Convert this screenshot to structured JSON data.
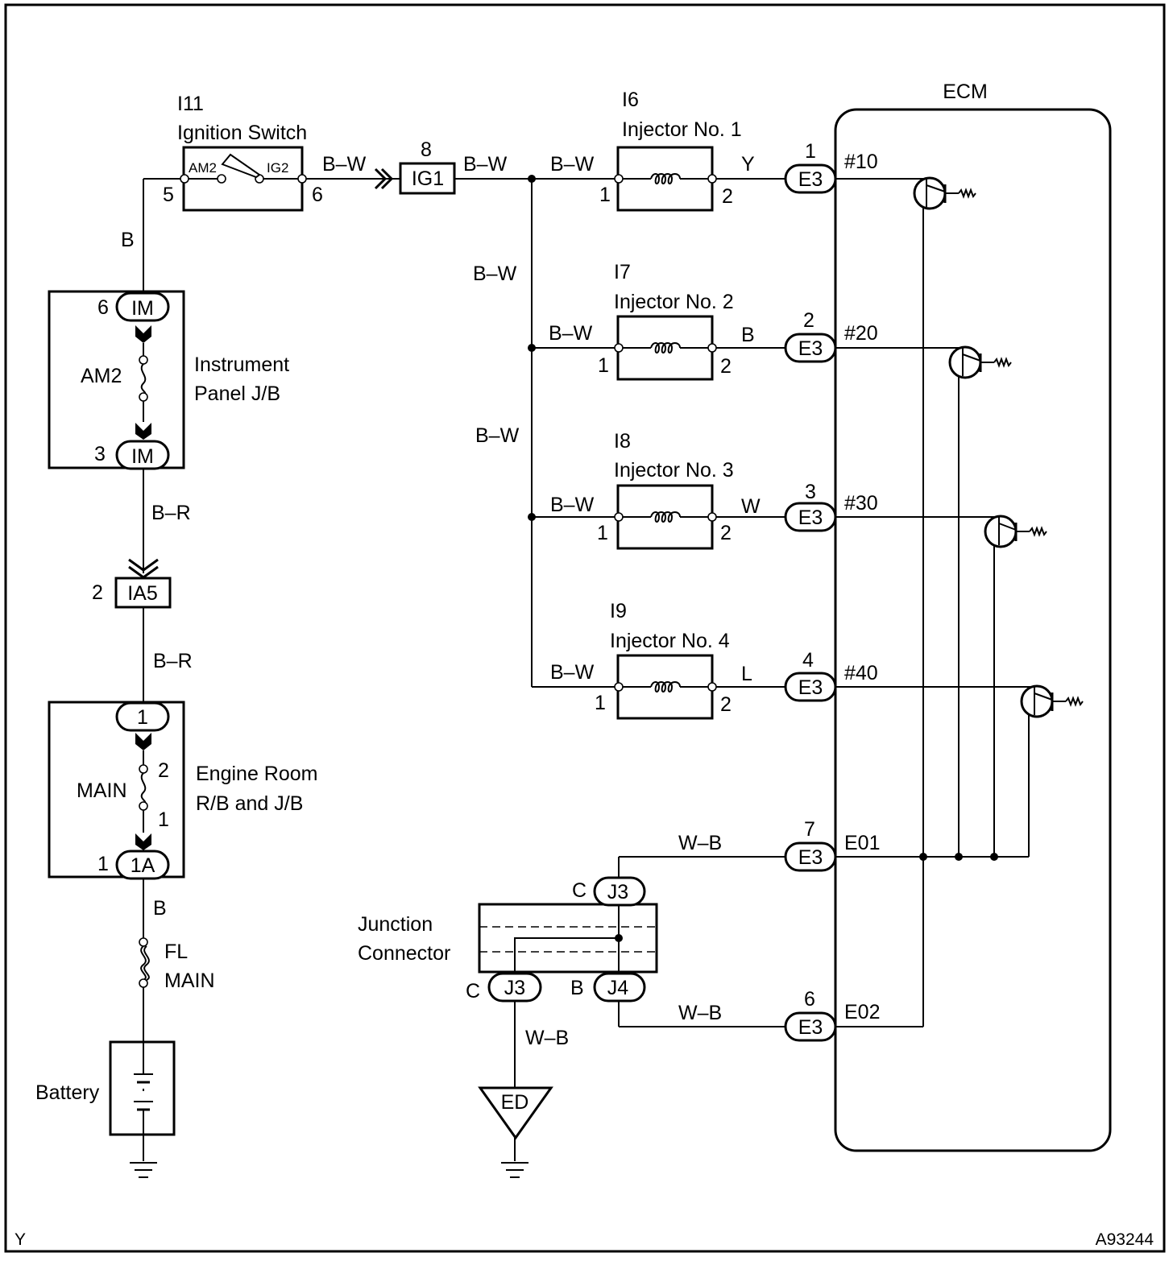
{
  "figure_code": "A93244",
  "corner_mark": "Y",
  "ecm": {
    "title": "ECM",
    "terminals": [
      "#10",
      "#20",
      "#30",
      "#40",
      "E01",
      "E02"
    ]
  },
  "ignition_switch": {
    "code": "I11",
    "name": "Ignition Switch",
    "contact_left": "AM2",
    "contact_right": "IG2",
    "pin_in": "5",
    "pin_out": "6"
  },
  "connector_ig1": {
    "label": "IG1",
    "pin": "8"
  },
  "instrument_panel_jb": {
    "name_line1": "Instrument",
    "name_line2": "Panel J/B",
    "fuse": "AM2",
    "top_conn": "IM",
    "top_pin": "6",
    "bottom_conn": "IM",
    "bottom_pin": "3"
  },
  "connector_ia5": {
    "label": "IA5",
    "pin": "2"
  },
  "engine_room_rb": {
    "name_line1": "Engine Room",
    "name_line2": "R/B and J/B",
    "fuse": "MAIN",
    "top_conn": "1",
    "fuse_pin_top": "2",
    "fuse_pin_bottom": "1",
    "bottom_conn": "1A",
    "bottom_pin": "1"
  },
  "fusible_link": {
    "line1": "FL",
    "line2": "MAIN"
  },
  "battery": {
    "label": "Battery"
  },
  "injectors": [
    {
      "code": "I6",
      "name": "Injector No. 1",
      "pin1": "1",
      "pin2": "2",
      "wire_out": "Y",
      "e3_pin": "1"
    },
    {
      "code": "I7",
      "name": "Injector No. 2",
      "pin1": "1",
      "pin2": "2",
      "wire_out": "B",
      "e3_pin": "2"
    },
    {
      "code": "I8",
      "name": "Injector No. 3",
      "pin1": "1",
      "pin2": "2",
      "wire_out": "W",
      "e3_pin": "3"
    },
    {
      "code": "I9",
      "name": "Injector No. 4",
      "pin1": "1",
      "pin2": "2",
      "wire_out": "L",
      "e3_pin": "4"
    }
  ],
  "ecm_connector": "E3",
  "ground_pins": {
    "e01": "7",
    "e02": "6"
  },
  "junction_connector": {
    "line1": "Junction",
    "line2": "Connector",
    "j3_top": "J3",
    "j3_top_pin": "C",
    "j3_bottom": "J3",
    "j3_bottom_pin": "C",
    "j4": "J4",
    "j4_pin": "B"
  },
  "ground_point": "ED",
  "wires": {
    "b": "B",
    "b_w": "B–W",
    "b_r": "B–R",
    "w_b": "W–B"
  }
}
